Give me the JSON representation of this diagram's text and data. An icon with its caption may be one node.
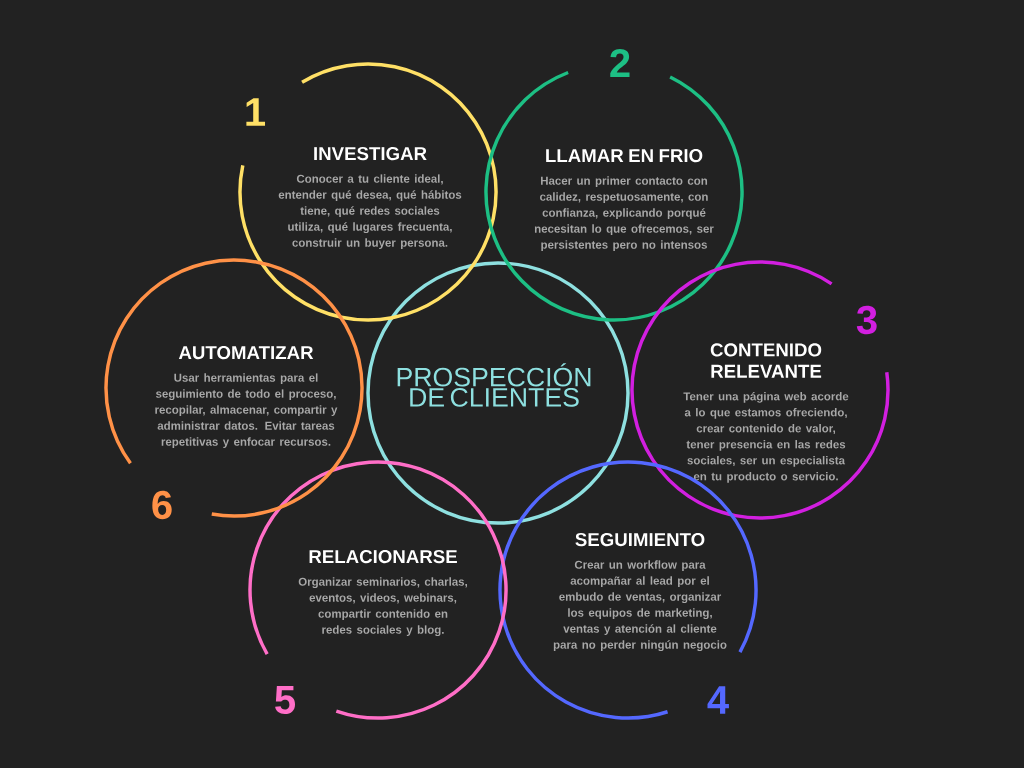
{
  "diagram": {
    "nodes": [
      {
        "text": [
          "PROSPECCIÓN DE CLIENTES"
        ]
      },
      {
        "text": [
          "1",
          "INVESTIGAR",
          "Conocer a tu cliente ideal, entender qué desea, qué hábitos tiene, qué redes sociales utiliza, qué lugares frecuenta, construir un buyer persona."
        ]
      },
      {
        "text": [
          "2",
          "LLAMAR EN FRIO",
          "Hacer un primer contacto con calidez, respetuosamente, con confianza, explicando porqué necesitan lo que ofrecemos, ser persistentes pero no intensos"
        ]
      },
      {
        "text": [
          "3",
          "CONTENIDO RELEVANTE",
          "Tener una página web acorde a lo que estamos ofreciendo, crear contenido de valor, tener presencia en las redes sociales, ser un especialista en tu producto o servicio."
        ]
      },
      {
        "text": [
          "4",
          "SEGUIMIENTO",
          "Crear un workflow para acompañar al lead por el embudo de ventas, organizar los equipos de marketing, ventas y atención al cliente para no perder ningún negocio"
        ]
      },
      {
        "text": [
          "5",
          "RELACIONARSE",
          "Organizar seminarios, charlas, eventos, videos, webinars, compartir contenido en redes sociales y blog."
        ]
      },
      {
        "text": [
          "6",
          "AUTOMATIZAR",
          "Usar herramientas para el seguimiento de todo el proceso, recopilar, almacenar, compartir y administrar datos. Evitar tareas repetitivas y enfocar recursos."
        ]
      }
    ]
  }
}
